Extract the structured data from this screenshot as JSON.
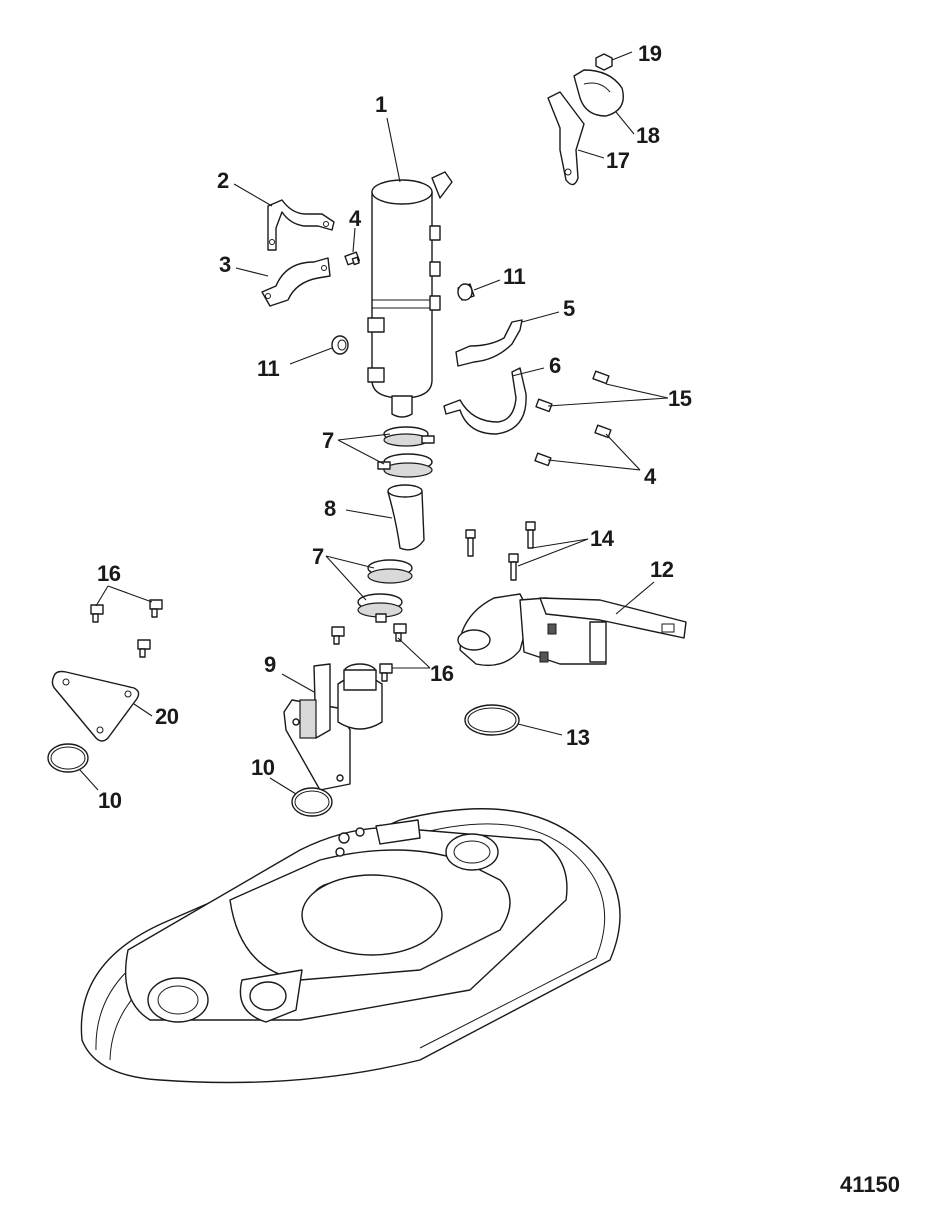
{
  "callouts": {
    "c1": "1",
    "c2": "2",
    "c3": "3",
    "c4a": "4",
    "c4b": "4",
    "c5": "5",
    "c6": "6",
    "c7a": "7",
    "c7b": "7",
    "c8": "8",
    "c9": "9",
    "c10a": "10",
    "c10b": "10",
    "c11a": "11",
    "c11b": "11",
    "c12": "12",
    "c13": "13",
    "c14": "14",
    "c15": "15",
    "c16a": "16",
    "c16b": "16",
    "c17": "17",
    "c18": "18",
    "c19": "19",
    "c20": "20"
  },
  "figure_number": "41150"
}
